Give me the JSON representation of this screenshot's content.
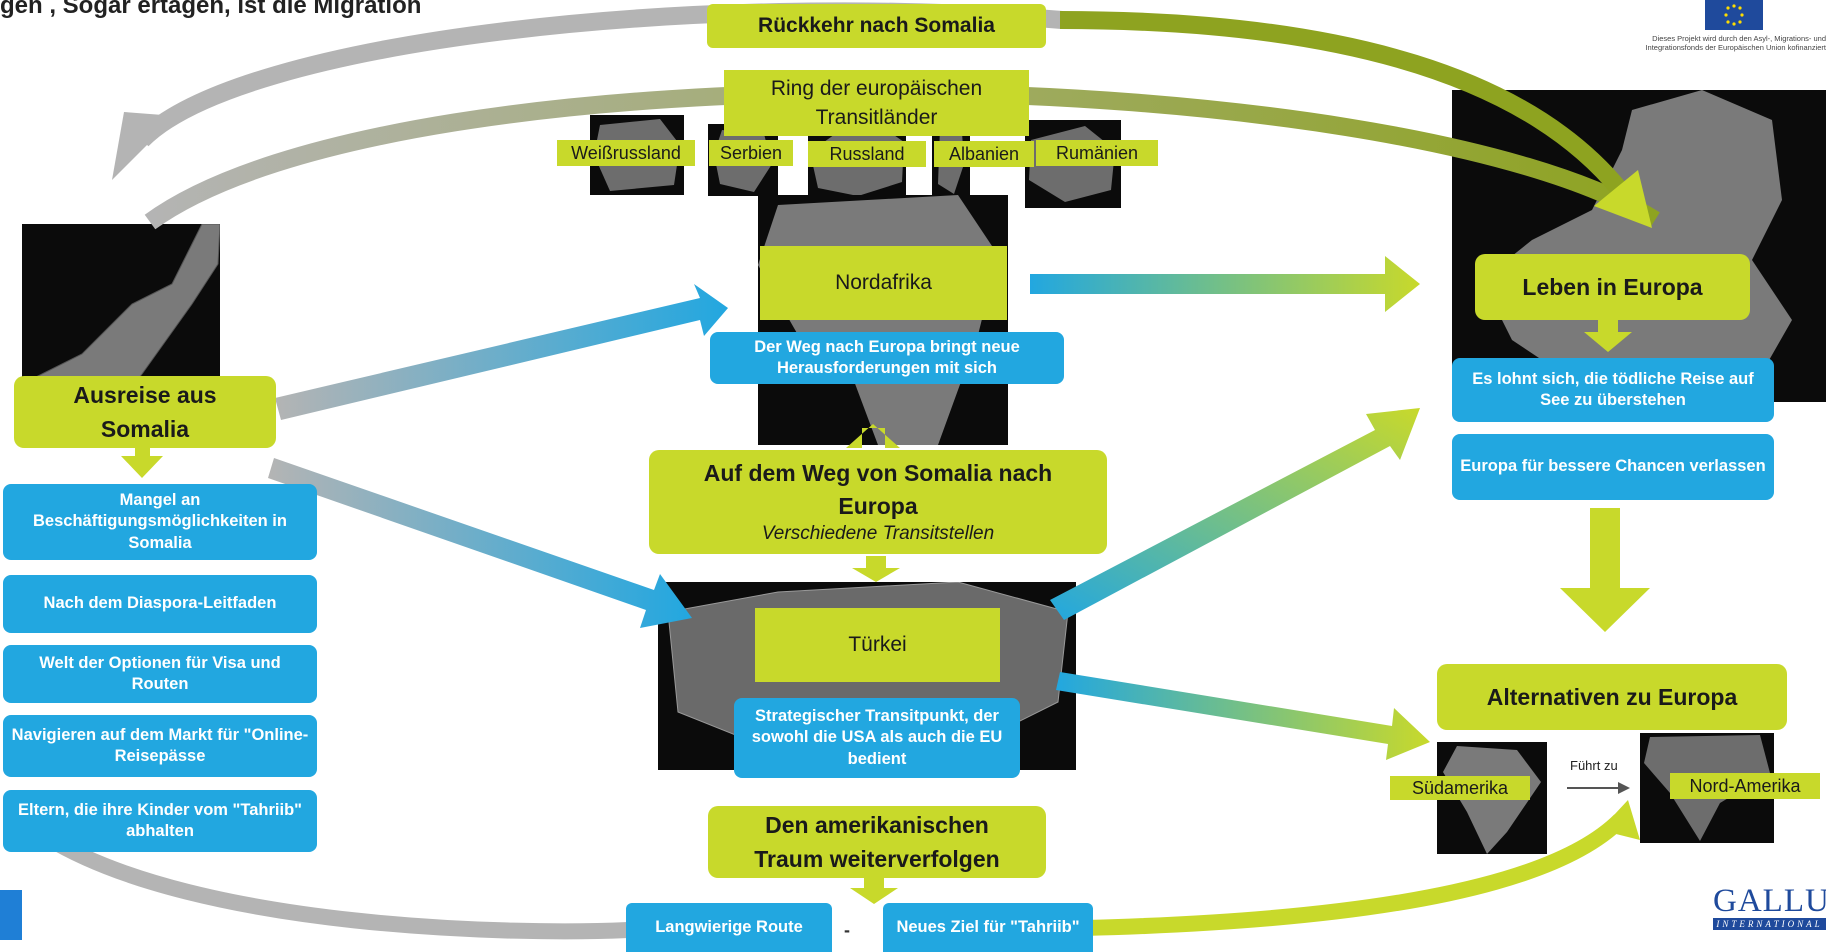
{
  "header_partial": "gen                      , Sogar                 ertagen, ist die Migration",
  "eu_note": "Dieses Projekt wird durch den Asyl-, Migrations- und Integrationsfonds der Europäischen Union kofinanziert",
  "return": {
    "title": "Rückkehr nach Somalia"
  },
  "ring": {
    "title_line1": "Ring der europäischen",
    "title_line2": "Transitländer",
    "countries": [
      "Weißrussland",
      "Serbien",
      "Russland",
      "Albanien",
      "Rumänien"
    ]
  },
  "departure": {
    "title_line1": "Ausreise aus",
    "title_line2": "Somalia",
    "reasons": [
      "Mangel an Beschäftigungsmöglichkeiten in Somalia",
      "Nach dem Diaspora-Leitfaden",
      "Welt der Optionen für Visa und Routen",
      "Navigieren auf dem Markt für \"Online-Reisepässe",
      "Eltern, die ihre Kinder vom \"Tahriib\" abhalten"
    ]
  },
  "north_africa": {
    "title": "Nordafrika",
    "note": "Der Weg nach Europa bringt neue Herausforderungen mit sich"
  },
  "center": {
    "title_line1": "Auf dem Weg von Somalia nach",
    "title_line2": "Europa",
    "subtitle": "Verschiedene Transitstellen"
  },
  "turkey": {
    "title": "Türkei",
    "note": "Strategischer Transitpunkt, der sowohl die USA als auch die EU bedient"
  },
  "american": {
    "title_line1": "Den amerikanischen",
    "title_line2": "Traum weiterverfolgen",
    "route": "Langwierige Route",
    "separator": "-",
    "target": "Neues Ziel für \"Tahriib\""
  },
  "europe": {
    "title": "Leben in Europa",
    "note1": "Es lohnt sich, die tödliche Reise auf See zu überstehen",
    "note2": "Europa für bessere Chancen verlassen"
  },
  "alternatives": {
    "title": "Alternativen zu Europa",
    "south": "Südamerika",
    "leads_to": "Führt zu",
    "north": "Nord-Amerika"
  },
  "logo_text": "GALLUP",
  "logo_sub": "INTERNATIONAL",
  "colors": {
    "green": "#c8d92b",
    "blue": "#22a7e0",
    "gray_arrow": "#b4b4b4",
    "map_bg": "#0b0b0b"
  }
}
